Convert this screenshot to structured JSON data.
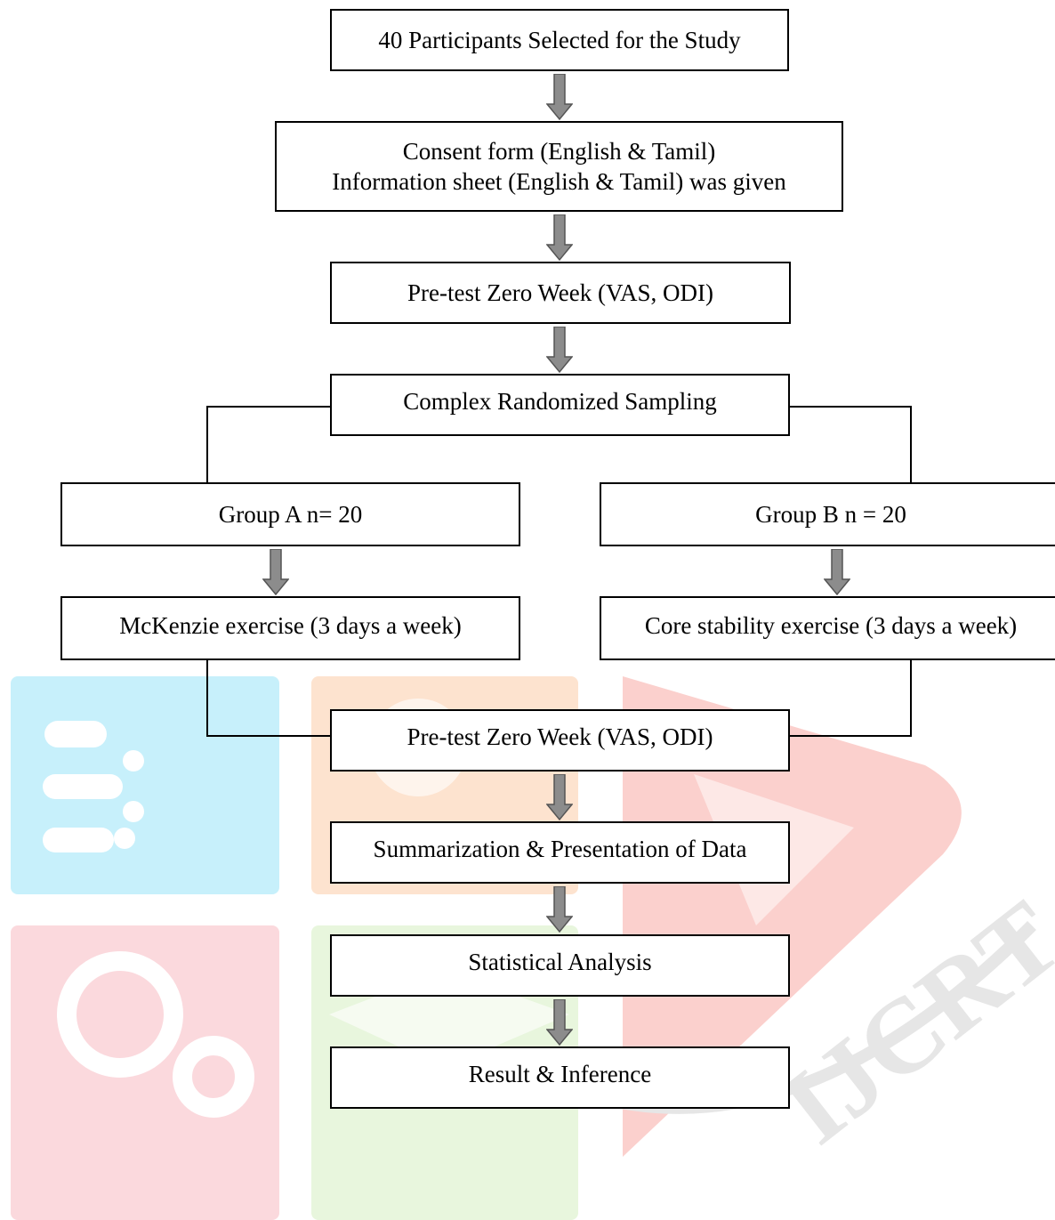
{
  "watermark": {
    "text": "IJCRT",
    "colors": {
      "cyan": "#c7f0fb",
      "orange": "#fde3cf",
      "red": "#fbd0cd",
      "pink": "#fbd9dd",
      "green": "#e8f6dd",
      "gray": "#e6e6e6"
    }
  },
  "flowchart": {
    "participants": "40 Participants Selected for the Study",
    "consent_line1": "Consent form (English & Tamil)",
    "consent_line2": "Information sheet (English & Tamil) was given",
    "pretest": "Pre-test Zero Week (VAS, ODI)",
    "sampling": "Complex Randomized Sampling",
    "group_a": "Group A n= 20",
    "group_b": "Group B n = 20",
    "mckenzie": "McKenzie exercise (3 days a week)",
    "core": "Core stability exercise (3 days a week)",
    "pretest_2": "Pre-test Zero Week (VAS, ODI)",
    "summarization": "Summarization & Presentation of Data",
    "statistical": "Statistical Analysis",
    "result": "Result & Inference"
  },
  "colors": {
    "arrow_fill": "#8c8c8c",
    "arrow_stroke": "#555555",
    "border": "#000000"
  }
}
